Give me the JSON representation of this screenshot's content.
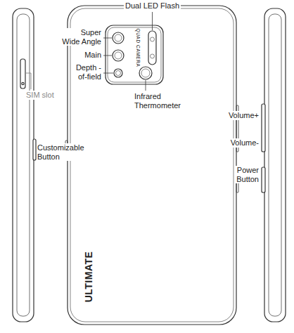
{
  "diagram": {
    "labels": [
      "Dual LED Flash",
      "Super Wide Angle",
      "Main",
      "Depth -of-field",
      "QUAD CAMERA",
      "Infrared Thermometer",
      "SIM slot",
      "Customizable Button",
      "ULTIMATE",
      "Volume+",
      "Volume-",
      "Power Button"
    ]
  }
}
